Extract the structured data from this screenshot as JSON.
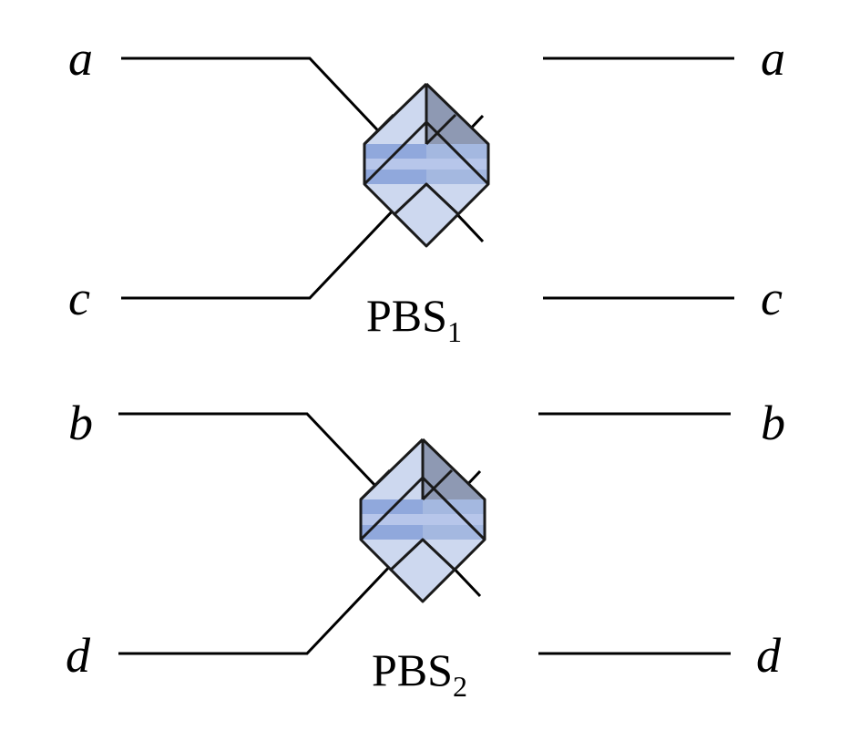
{
  "beam_splitters": [
    {
      "id": "pbs1",
      "label": "PBS",
      "subscript": "1",
      "ports": {
        "top_left": "a",
        "top_right": "a",
        "bottom_left": "c",
        "bottom_right": "c"
      }
    },
    {
      "id": "pbs2",
      "label": "PBS",
      "subscript": "2",
      "ports": {
        "top_left": "b",
        "top_right": "b",
        "bottom_left": "d",
        "bottom_right": "d"
      }
    }
  ],
  "colors": {
    "cube_light": "#cdd8ef",
    "cube_mid": "#a4b8e0",
    "cube_band": "#90a8dc",
    "cube_shadow": "#8e99b3",
    "line": "#000000"
  }
}
